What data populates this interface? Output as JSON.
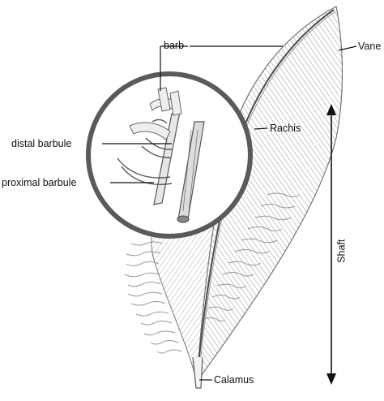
{
  "labels": {
    "barb": "barb",
    "vane": "Vane",
    "rachis": "Rachis",
    "distal_barbule": "distal barbule",
    "proximal_barbule": "proximal barbule",
    "shaft": "Shaft",
    "calamus": "Calamus"
  },
  "colors": {
    "stroke": "#6b6b6b",
    "light_stroke": "#9a9a9a",
    "leader": "#111111",
    "circle": "#5a5a5a"
  }
}
